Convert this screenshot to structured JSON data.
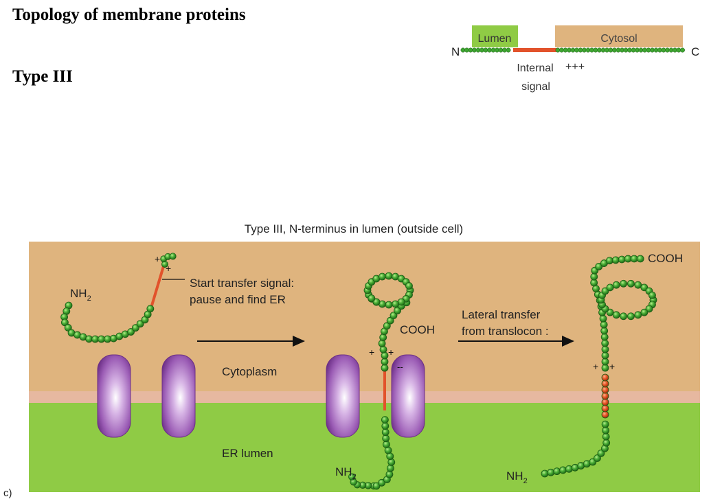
{
  "slide": {
    "title": "Topology of membrane proteins",
    "subtitle": "Type III"
  },
  "inset": {
    "lumen_label": "Lumen",
    "cytosol_label": "Cytosol",
    "n_label": "N",
    "c_label": "C",
    "internal_signal_line1": "Internal",
    "internal_signal_line2": "signal",
    "charges": "+++"
  },
  "figure": {
    "title": "Type III, N-terminus in lumen (outside cell)",
    "panel_label": "c)",
    "nh2_label": "NH",
    "nh2_subscript": "2",
    "cooh_label": "COOH",
    "start_signal_line1": "Start transfer signal:",
    "start_signal_line2": "pause and find ER",
    "lateral_line1": "Lateral transfer",
    "lateral_line2": "from translocon :",
    "cytoplasm_label": "Cytoplasm",
    "er_lumen_label": "ER lumen",
    "plus": "+",
    "minus": "--"
  },
  "colors": {
    "lumen_green": "#8fcb45",
    "cytosol_tan": "#dfb47e",
    "bead_green": "#3fa532",
    "signal_red": "#e2522b",
    "translocon_purple": "#9b5cb5"
  }
}
